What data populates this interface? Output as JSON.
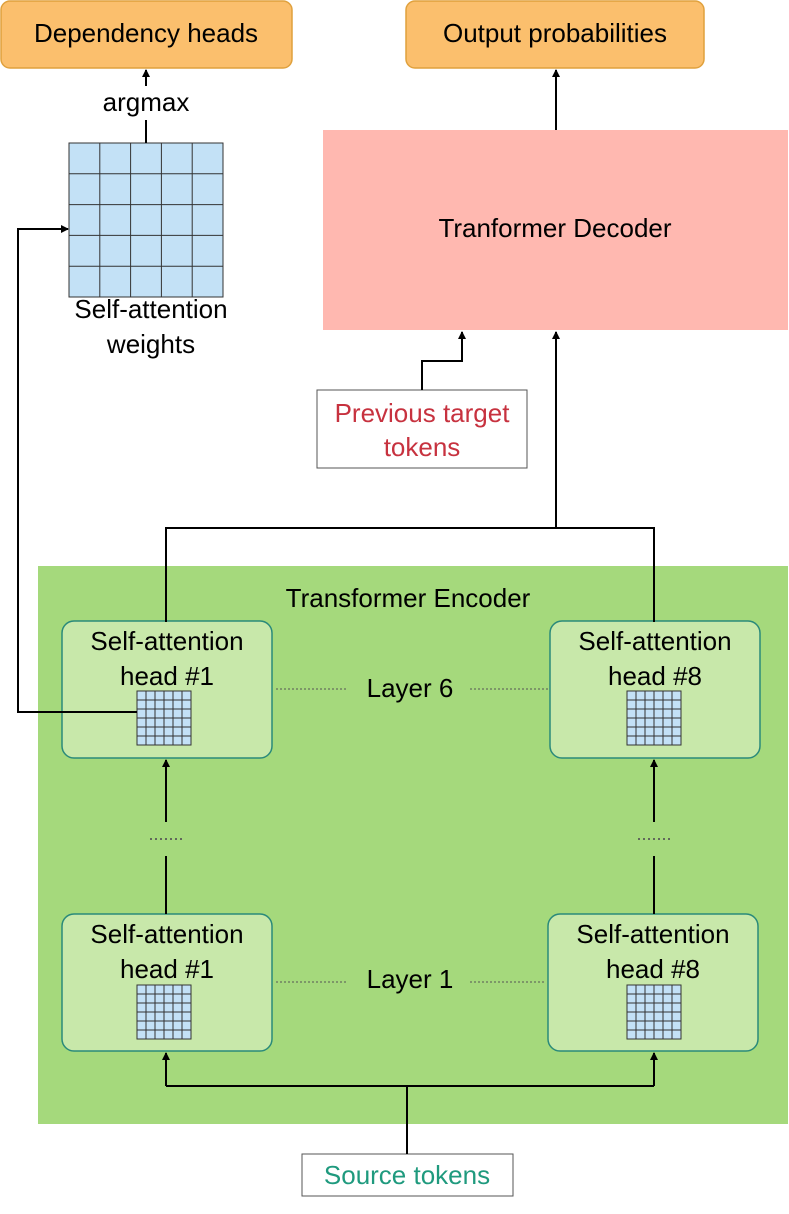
{
  "boxes": {
    "dependency_heads": "Dependency heads",
    "output_probabilities": "Output probabilities",
    "decoder": "Tranformer Decoder",
    "encoder": "Transformer Encoder",
    "previous_target": {
      "line1": "Previous target",
      "line2": "tokens"
    },
    "source_tokens": "Source tokens"
  },
  "labels": {
    "argmax": "argmax",
    "attention_weights": {
      "line1": "Self-attention",
      "line2": "weights"
    },
    "layer6": "Layer 6",
    "layer1": "Layer 1",
    "ellipsis": "......."
  },
  "heads": {
    "first": {
      "line1": "Self-attention",
      "line2": "head #1"
    },
    "last": {
      "line1": "Self-attention",
      "line2": "head #8"
    }
  },
  "colors": {
    "orange": "#fbbf6d",
    "orange_border": "#e0a13d",
    "decoder_pink": "#ffb8b0",
    "encoder_green": "#a5d97c",
    "head_green": "#c8e8aa",
    "head_border": "#2a8a7a",
    "grid_blue": "#c3e1f6",
    "previous_red": "#c7323f",
    "source_teal": "#1f9a7e"
  }
}
